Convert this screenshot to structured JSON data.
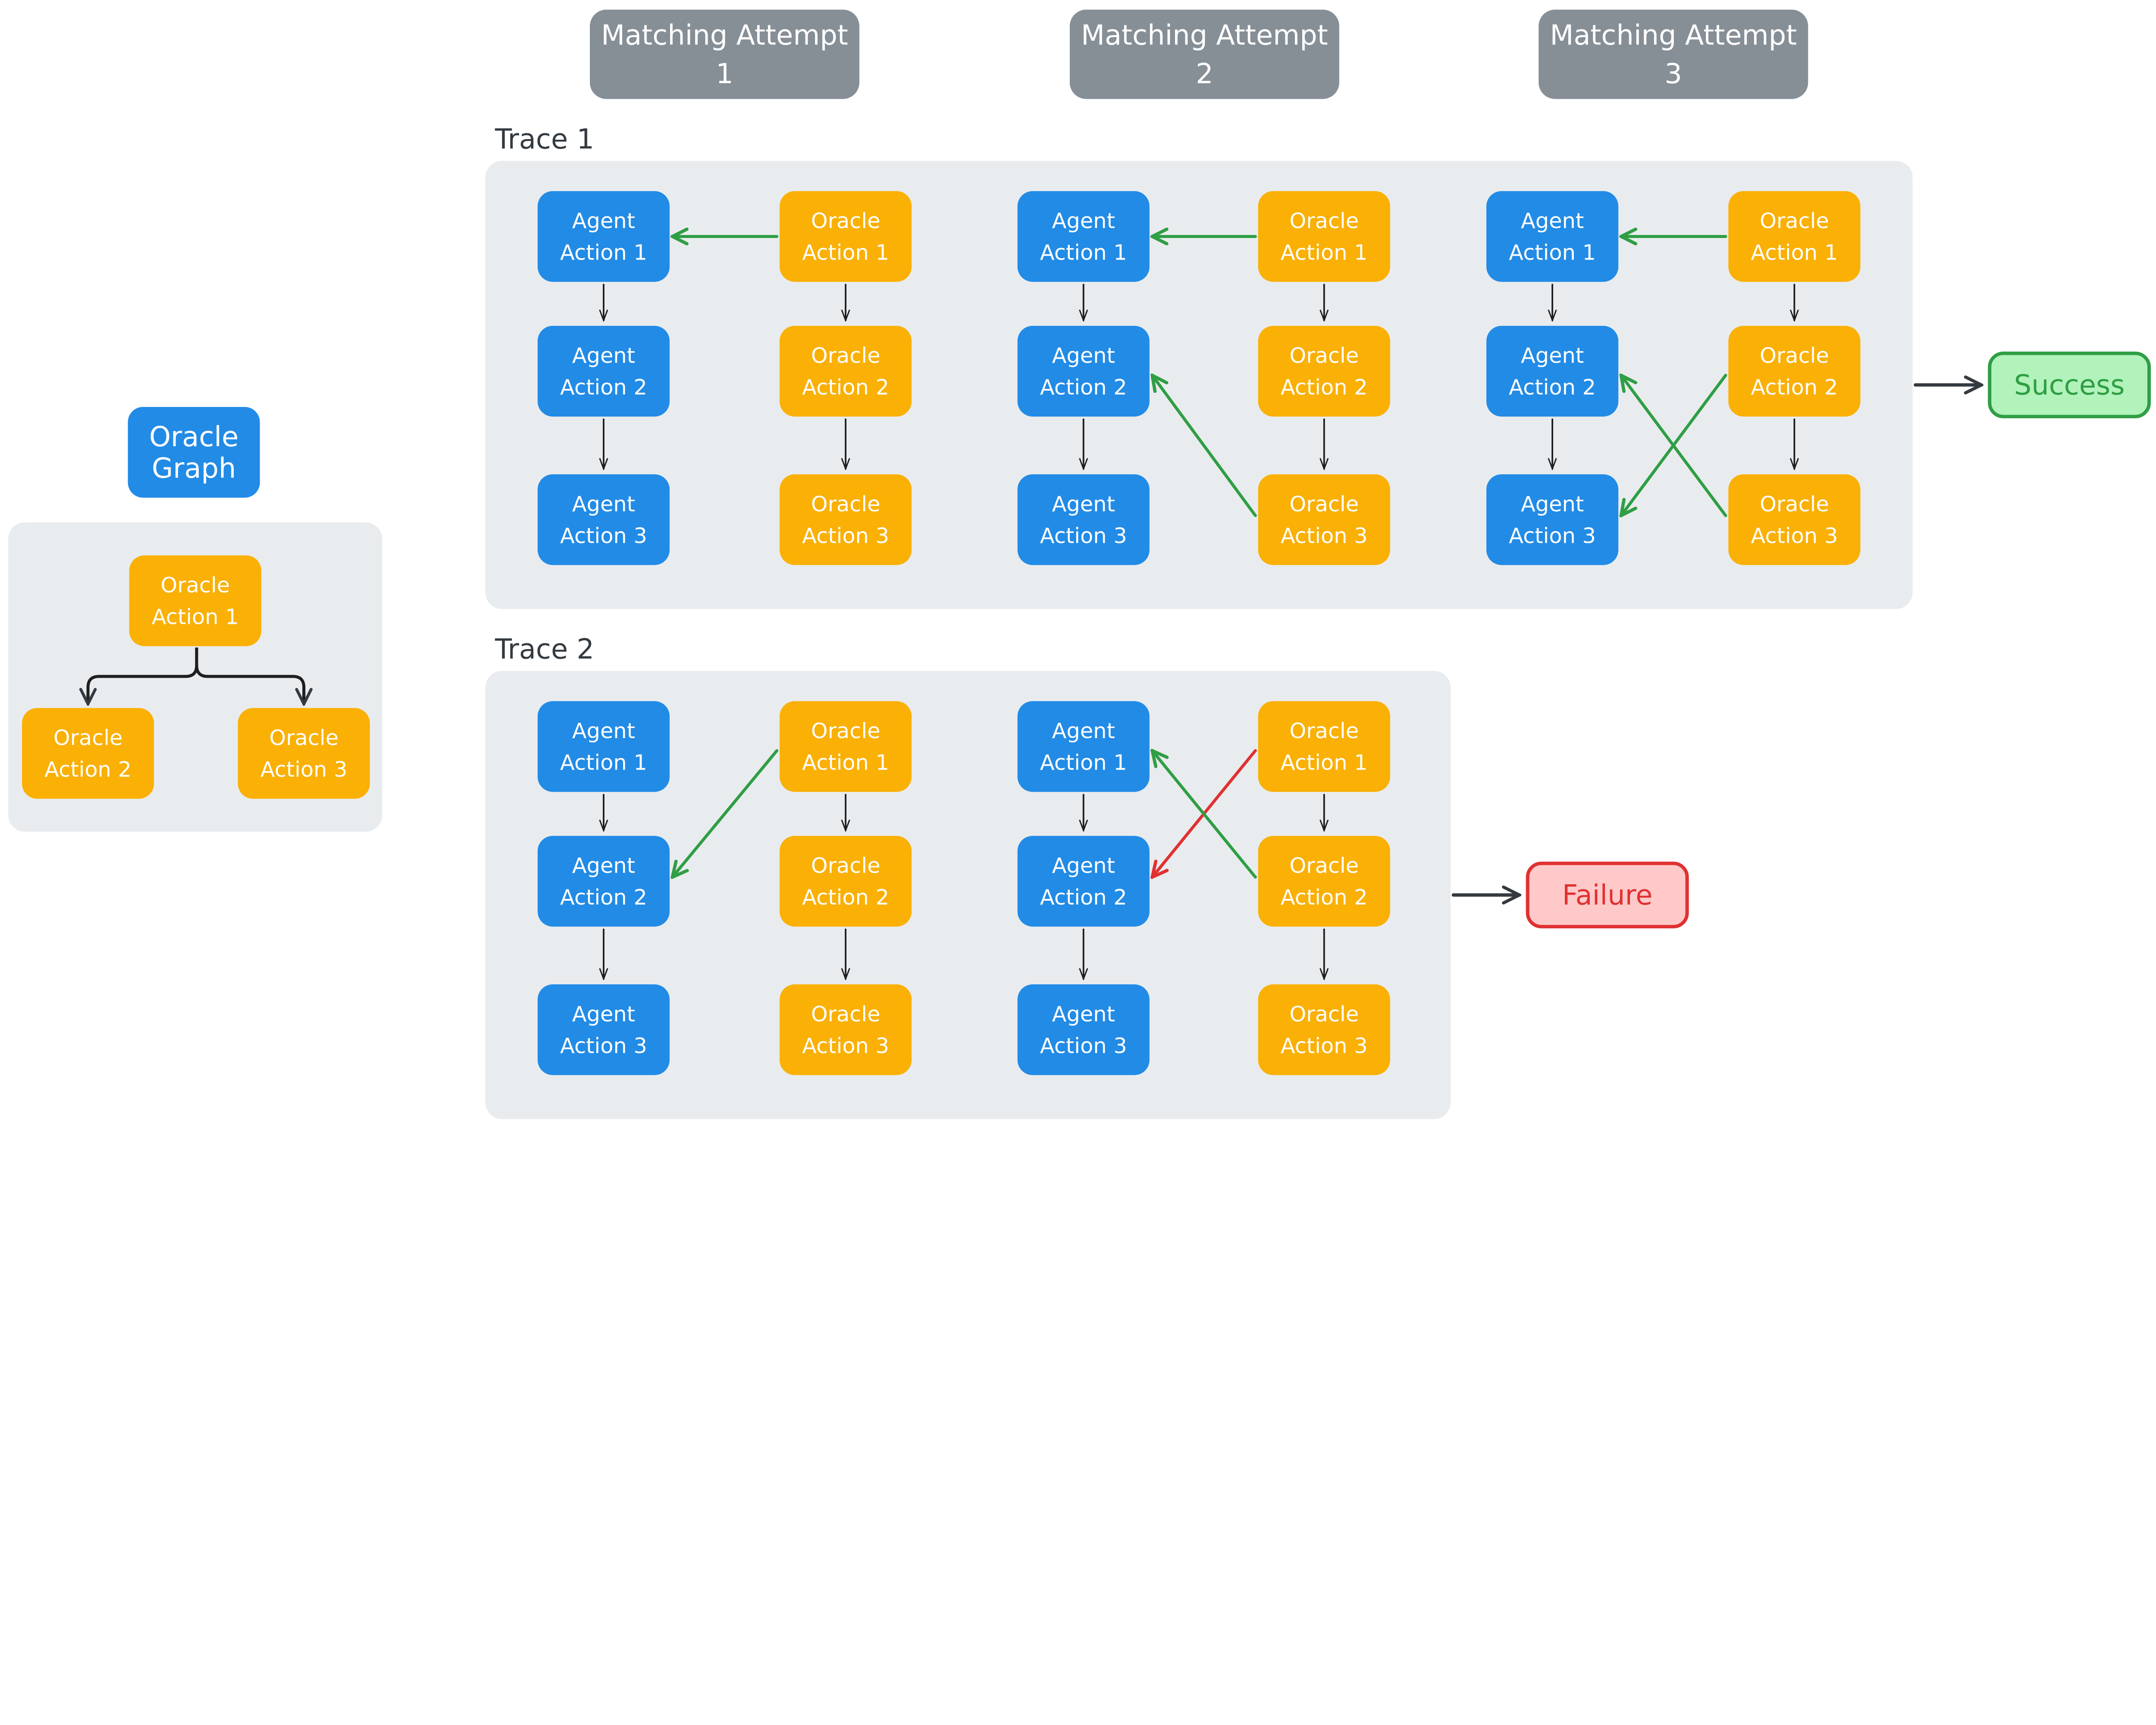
{
  "colors": {
    "agent": "#228be6",
    "oracle": "#fab005",
    "attempt_header": "#868e96",
    "panel": "#e9ecef",
    "match_correct": "#2f9e44",
    "match_wrong": "#e03131",
    "arrow": "#343a40",
    "success_fill": "#b2f2bb",
    "success_stroke": "#2f9e44",
    "failure_fill": "#ffc9c9",
    "failure_stroke": "#e03131"
  },
  "oracle_graph": {
    "title": [
      "Oracle",
      "Graph"
    ],
    "nodes": [
      {
        "lines": [
          "Oracle",
          "Action 1"
        ]
      },
      {
        "lines": [
          "Oracle",
          "Action 2"
        ]
      },
      {
        "lines": [
          "Oracle",
          "Action 3"
        ]
      }
    ],
    "edges": [
      [
        1,
        2
      ],
      [
        1,
        3
      ]
    ]
  },
  "attempt_headers": [
    [
      "Matching Attempt",
      "1"
    ],
    [
      "Matching Attempt",
      "2"
    ],
    [
      "Matching Attempt",
      "3"
    ]
  ],
  "traces": [
    {
      "label": "Trace 1",
      "result": "Success",
      "result_type": "success",
      "attempts": [
        {
          "matches": [
            {
              "oracle": 1,
              "agent": 1,
              "status": "correct"
            }
          ]
        },
        {
          "matches": [
            {
              "oracle": 1,
              "agent": 1,
              "status": "correct"
            },
            {
              "oracle": 3,
              "agent": 2,
              "status": "correct"
            }
          ]
        },
        {
          "matches": [
            {
              "oracle": 1,
              "agent": 1,
              "status": "correct"
            },
            {
              "oracle": 2,
              "agent": 3,
              "status": "correct"
            },
            {
              "oracle": 3,
              "agent": 2,
              "status": "correct"
            }
          ]
        }
      ]
    },
    {
      "label": "Trace 2",
      "result": "Failure",
      "result_type": "failure",
      "attempts": [
        {
          "matches": [
            {
              "oracle": 1,
              "agent": 2,
              "status": "correct"
            }
          ]
        },
        {
          "matches": [
            {
              "oracle": 1,
              "agent": 2,
              "status": "wrong"
            },
            {
              "oracle": 2,
              "agent": 1,
              "status": "correct"
            }
          ]
        }
      ]
    }
  ],
  "agent_labels": [
    [
      "Agent",
      "Action 1"
    ],
    [
      "Agent",
      "Action 2"
    ],
    [
      "Agent",
      "Action 3"
    ]
  ],
  "oracle_labels": [
    [
      "Oracle",
      "Action 1"
    ],
    [
      "Oracle",
      "Action 2"
    ],
    [
      "Oracle",
      "Action 3"
    ]
  ]
}
